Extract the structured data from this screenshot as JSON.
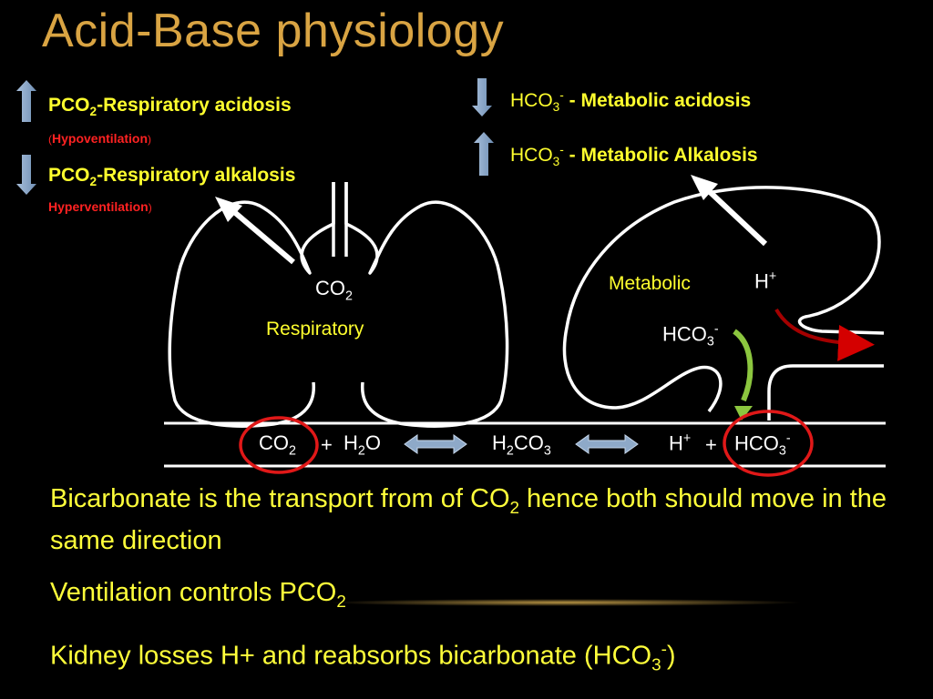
{
  "title": "Acid-Base physiology",
  "left_legend": {
    "item1": {
      "prefix": "PCO",
      "sub": "2",
      "text": "-Respiratory acidosis",
      "note_open": "(",
      "note": "Hypoventilation",
      "note_close": ")"
    },
    "item2": {
      "prefix": "PCO",
      "sub": "2",
      "text": "-Respiratory alkalosis",
      "note_open": "(",
      "note": "Hyperventilation",
      "note_close": ")"
    }
  },
  "right_legend": {
    "item1": {
      "prefix": "HCO",
      "sub": "3",
      "sup": "-",
      "dash": " - ",
      "text": "Metabolic acidosis"
    },
    "item2": {
      "prefix": "HCO",
      "sub": "3",
      "sup": "-",
      "dash": " - ",
      "text": "Metabolic Alkalosis"
    }
  },
  "lung": {
    "co2": "CO",
    "co2_sub": "2",
    "label": "Respiratory"
  },
  "kidney": {
    "label": "Metabolic",
    "h": "H",
    "h_sup": "+",
    "hco3": "HCO",
    "hco3_sub": "3",
    "hco3_sup": "-"
  },
  "equation": {
    "co2": "CO",
    "co2_sub": "2",
    "plus1": "+",
    "h2o_a": "H",
    "h2o_sub": "2",
    "h2o_b": "O",
    "h2co3_a": "H",
    "h2co3_sub": "2",
    "h2co3_b": "CO",
    "h2co3_sub2": "3",
    "h": "H",
    "h_sup": "+",
    "plus2": "+",
    "hco3": "HCO",
    "hco3_sub": "3",
    "hco3_sup": "-"
  },
  "bullets": {
    "b1_a": "Bicarbonate is the transport from of CO",
    "b1_sub": "2",
    "b1_b": " hence both should move in the same direction",
    "b2_a": "Ventilation controls PCO",
    "b2_sub": "2",
    "b3_a": "Kidney losses H+ and reabsorbs bicarbonate (HCO",
    "b3_sub": "3",
    "b3_sup": "-",
    "b3_b": ")"
  },
  "colors": {
    "title": "#d9a443",
    "text_yellow": "#ffff2e",
    "note_red": "#ff2222",
    "circle_red": "#e01818",
    "arrow_green": "#8cc63f",
    "arrow_darkred": "#a40000",
    "arrow_blue": "#8ea9c8"
  }
}
